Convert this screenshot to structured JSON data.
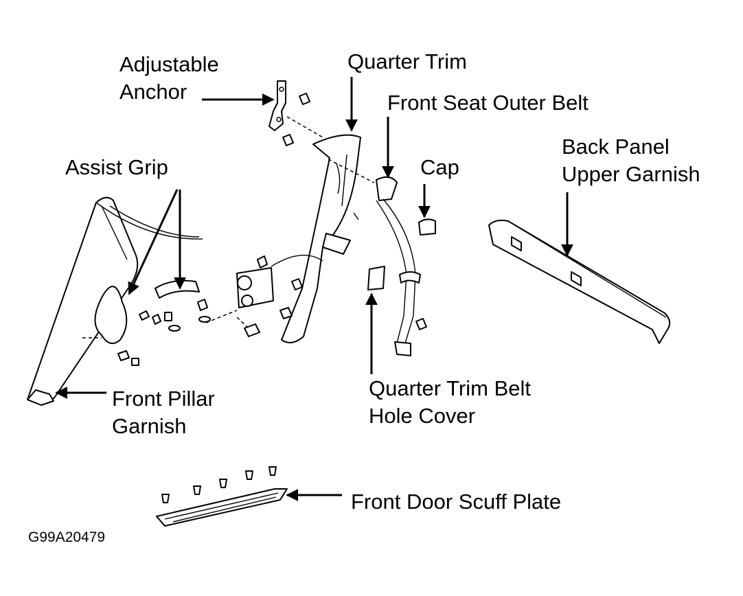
{
  "labels": {
    "adjustable_anchor": [
      "Adjustable",
      "Anchor"
    ],
    "quarter_trim": "Quarter Trim",
    "front_seat_outer_belt": "Front Seat Outer Belt",
    "assist_grip": "Assist Grip",
    "cap": "Cap",
    "back_panel_upper_garnish": [
      "Back Panel",
      "Upper Garnish"
    ],
    "front_pillar_garnish": [
      "Front Pillar",
      "Garnish"
    ],
    "quarter_trim_belt_hole_cover": [
      "Quarter Trim Belt",
      "Hole Cover"
    ],
    "front_door_scuff_plate": "Front Door Scuff Plate"
  },
  "figure_id": "G99A20479"
}
